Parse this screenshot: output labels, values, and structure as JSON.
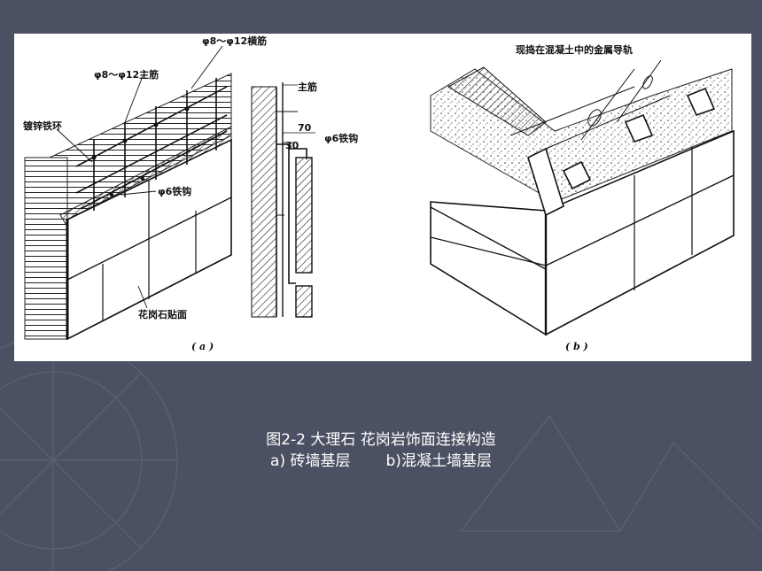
{
  "slide": {
    "caption_line1": "图2-2  大理石 花岗岩饰面连接构造",
    "caption_line2_a": "a) 砖墙基层",
    "caption_line2_b": "b)混凝土墙基层"
  },
  "figure": {
    "a": {
      "label_horizontal_bar": "φ8～φ12横筋",
      "label_main_bar": "φ8～φ12主筋",
      "label_galvanized_ring": "镀锌铁环",
      "label_iron_hook": "φ6铁钩",
      "label_granite_facing": "花岗石贴面",
      "label_section_main_bar": "主筋",
      "label_section_hook": "φ6铁钩",
      "dim_70": "70",
      "dim_30": "30",
      "subfigure_label": "( a )"
    },
    "b": {
      "label_metal_rail": "现捣在混凝土中的金属导轨",
      "subfigure_label": "( b )"
    }
  },
  "colors": {
    "background": "#4b5162",
    "panel": "#ffffff",
    "caption_text": "#ffffff"
  }
}
